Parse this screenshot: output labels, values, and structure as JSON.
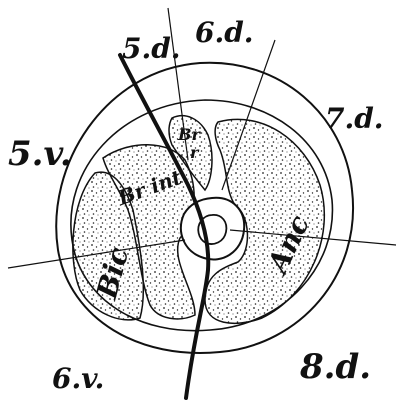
{
  "labels": {
    "d5": "5.d.",
    "d6": "6.d.",
    "d7": "7.d.",
    "d8": "8.d.",
    "v5": "5.v.",
    "v6": "6.v.",
    "br_int": "Br int",
    "br_small": "Br",
    "br_small_sub": "r",
    "bic": "Bic",
    "anc": "Anc"
  },
  "colors": {
    "ink": "#111111",
    "paper": "#ffffff"
  }
}
